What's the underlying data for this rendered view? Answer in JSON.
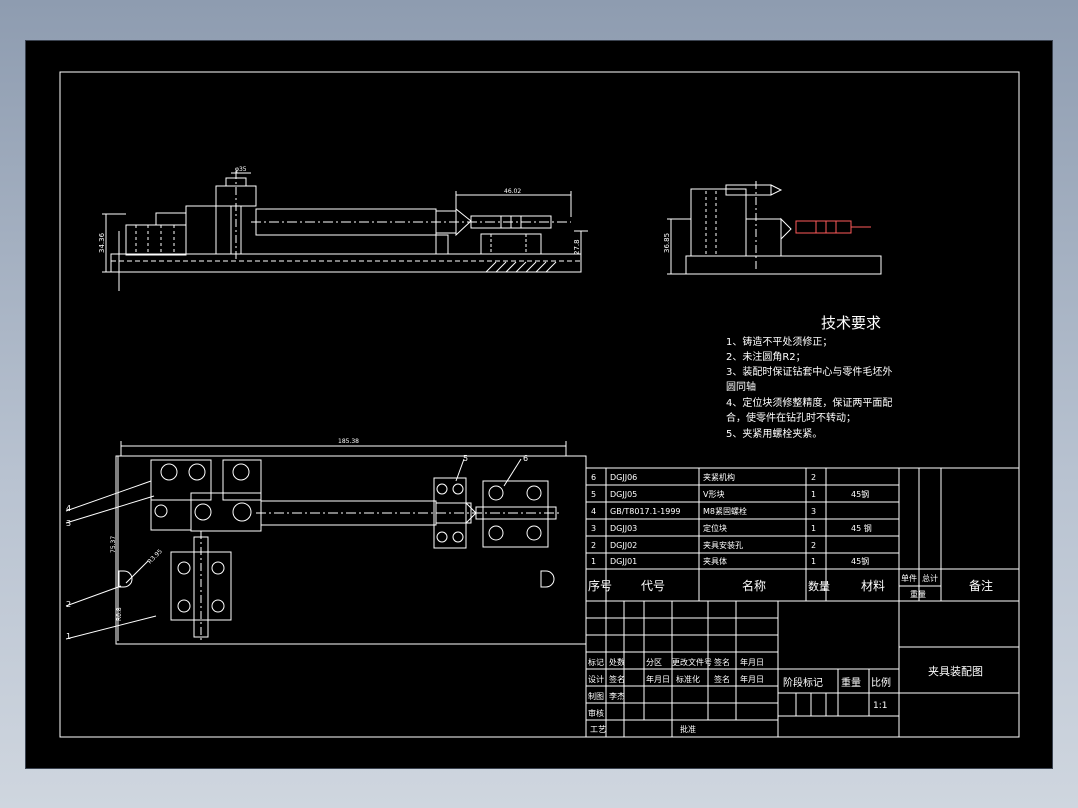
{
  "drawing": {
    "title": "夹具装配图",
    "scale": "1:1",
    "colors": {
      "paper": "#000000",
      "line": "#ffffff",
      "highlight": "#ff5a5a",
      "backdrop": "#a7b3c3"
    }
  },
  "dimensions": {
    "top_width": "46.02",
    "top_height_left": "34.36",
    "top_height_right": "27.8",
    "top_dia": "φ35",
    "side_height": "36.85",
    "plan_length": "185.38",
    "plan_height": "75.37",
    "plan_radius": "R3.95",
    "plan_small": "R0.8"
  },
  "balloons": [
    "1",
    "2",
    "3",
    "4",
    "5",
    "6"
  ],
  "tech_requirements": {
    "title": "技术要求",
    "lines": [
      "1、铸造不平处须修正；",
      "2、未注圆角R2；",
      "3、装配时保证钻套中心与零件毛坯外",
      "圆同轴",
      "4、定位块须修整精度，保证两平面配",
      "合，使零件在钻孔时不转动；",
      "5、夹紧用螺栓夹紧。"
    ]
  },
  "parts_list": {
    "rows": [
      {
        "no": "6",
        "code": "DGJJ06",
        "name": "夹紧机构",
        "qty": "2",
        "material": ""
      },
      {
        "no": "5",
        "code": "DGJJ05",
        "name": "V形块",
        "qty": "1",
        "material": "45钢"
      },
      {
        "no": "4",
        "code": "GB/T8017.1-1999",
        "name": "M8紧固螺栓",
        "qty": "3",
        "material": ""
      },
      {
        "no": "3",
        "code": "DGJJ03",
        "name": "定位块",
        "qty": "1",
        "material": "45 钢"
      },
      {
        "no": "2",
        "code": "DGJJ02",
        "name": "夹具安装孔",
        "qty": "2",
        "material": ""
      },
      {
        "no": "1",
        "code": "DGJJ01",
        "name": "夹具体",
        "qty": "1",
        "material": "45钢"
      }
    ],
    "header": {
      "no": "序号",
      "code": "代号",
      "name": "名称",
      "qty": "数量",
      "material": "材料",
      "unit_weight": "单件",
      "total_weight": "总计",
      "weight": "重量",
      "remark": "备注"
    }
  },
  "title_block": {
    "rev_row": [
      "标记",
      "处数",
      "分区",
      "更改文件号",
      "签名",
      "年月日"
    ],
    "design": "设计",
    "sign": "签名",
    "date": "年月日",
    "std": "标准化",
    "sign2": "签名",
    "date2": "年月日",
    "drawn": "制图",
    "drawn_by": "李杰",
    "check": "审核",
    "process": "工艺",
    "approve": "批准",
    "stage": "阶段标记",
    "weight": "重量",
    "scale_label": "比例"
  }
}
